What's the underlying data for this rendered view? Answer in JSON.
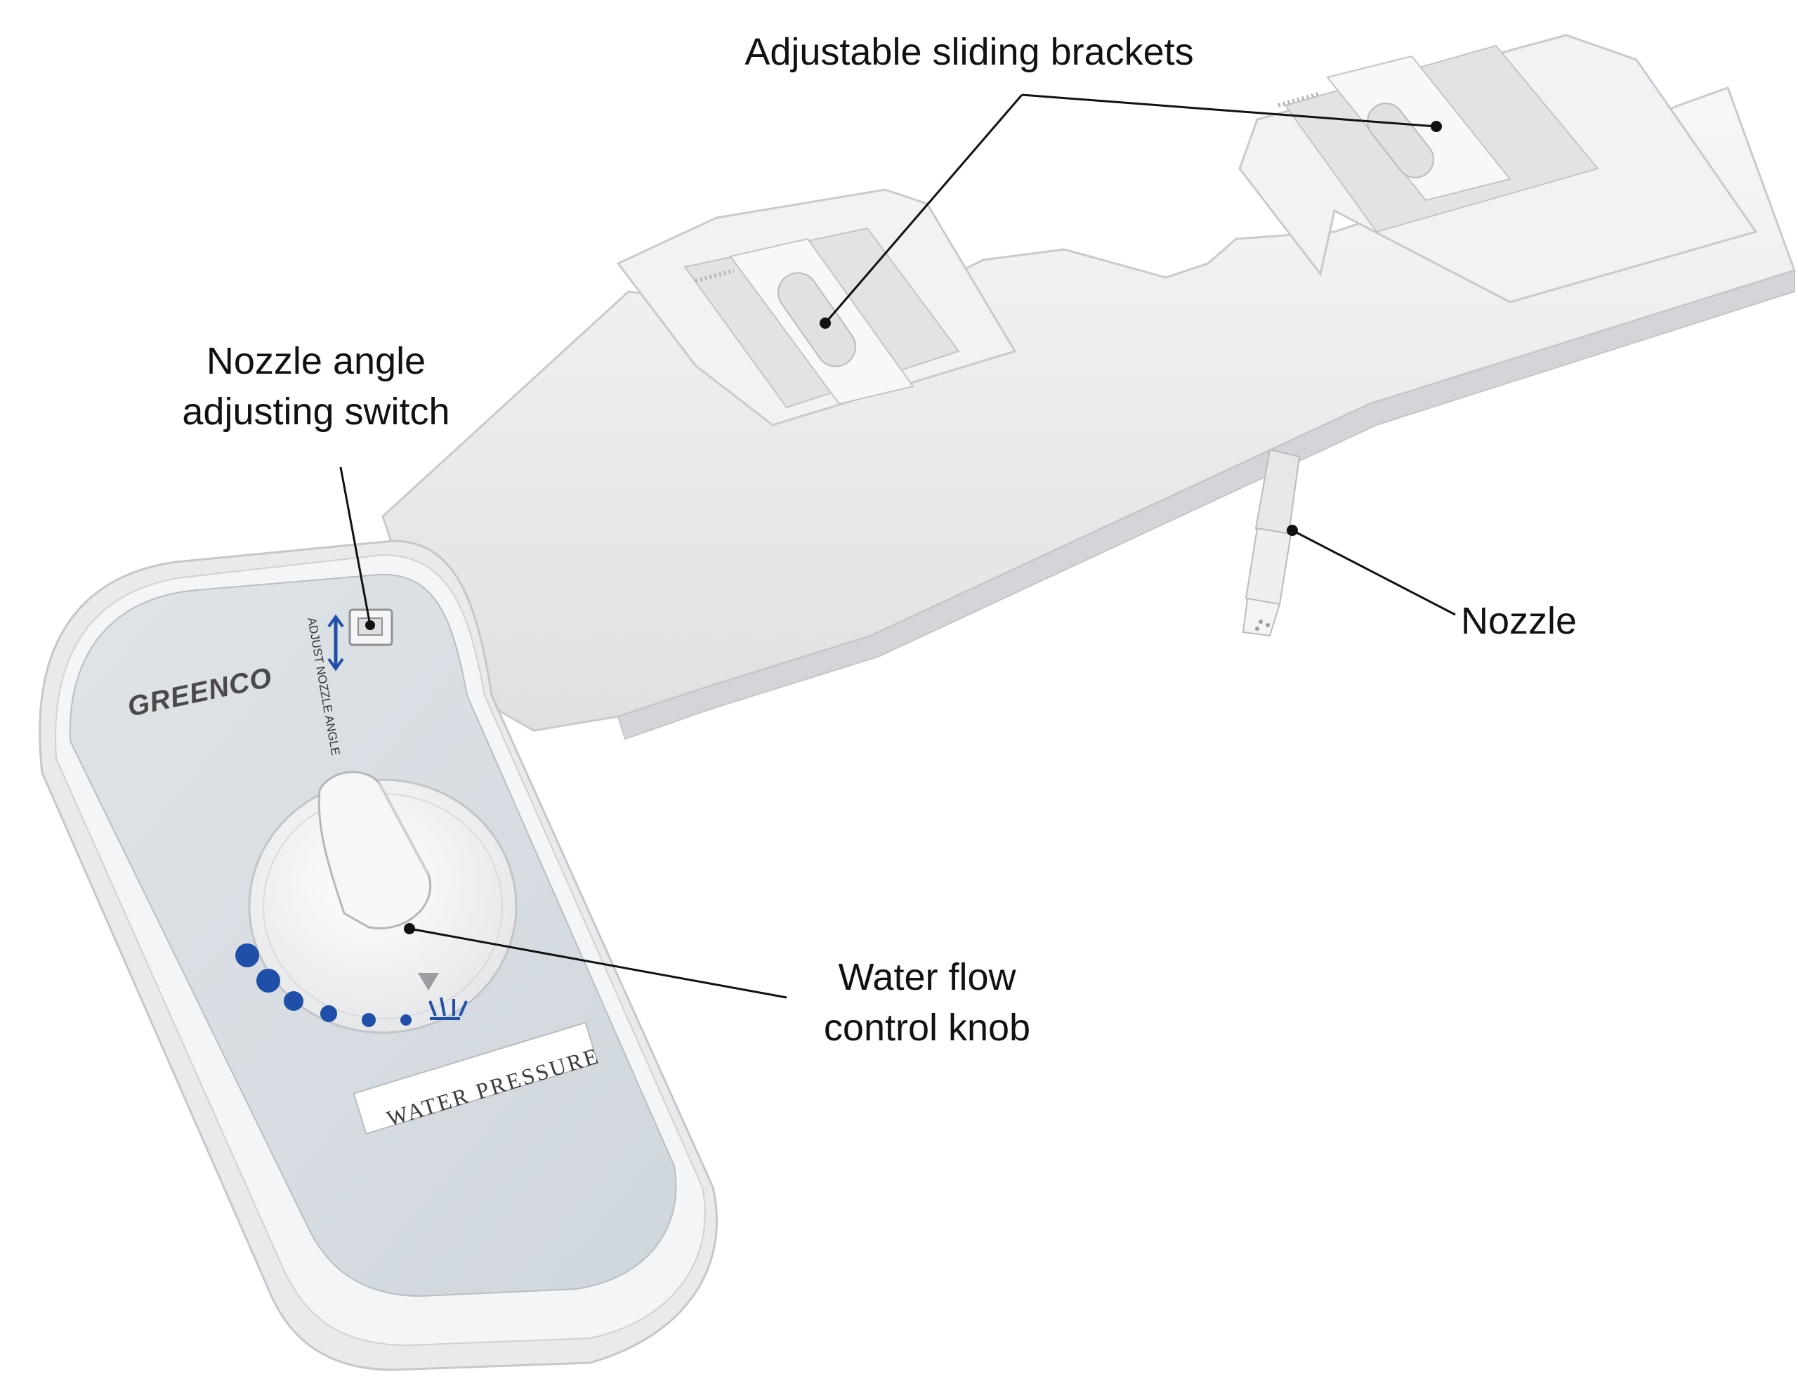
{
  "labels": {
    "brackets": "Adjustable sliding brackets",
    "switch_line1": "Nozzle angle",
    "switch_line2": "adjusting switch",
    "nozzle": "Nozzle",
    "knob_line1": "Water flow",
    "knob_line2": "control knob"
  },
  "panel": {
    "brand": "GREENCO",
    "switch_text": "ADJUST NOZZLE ANGLE",
    "pressure_label": "WATER PRESSURE"
  },
  "colors": {
    "body": "#eeeff0",
    "panel": "#d7dde2",
    "pressure_dots": "#1f4fa8",
    "leader_lines": "#111111"
  }
}
